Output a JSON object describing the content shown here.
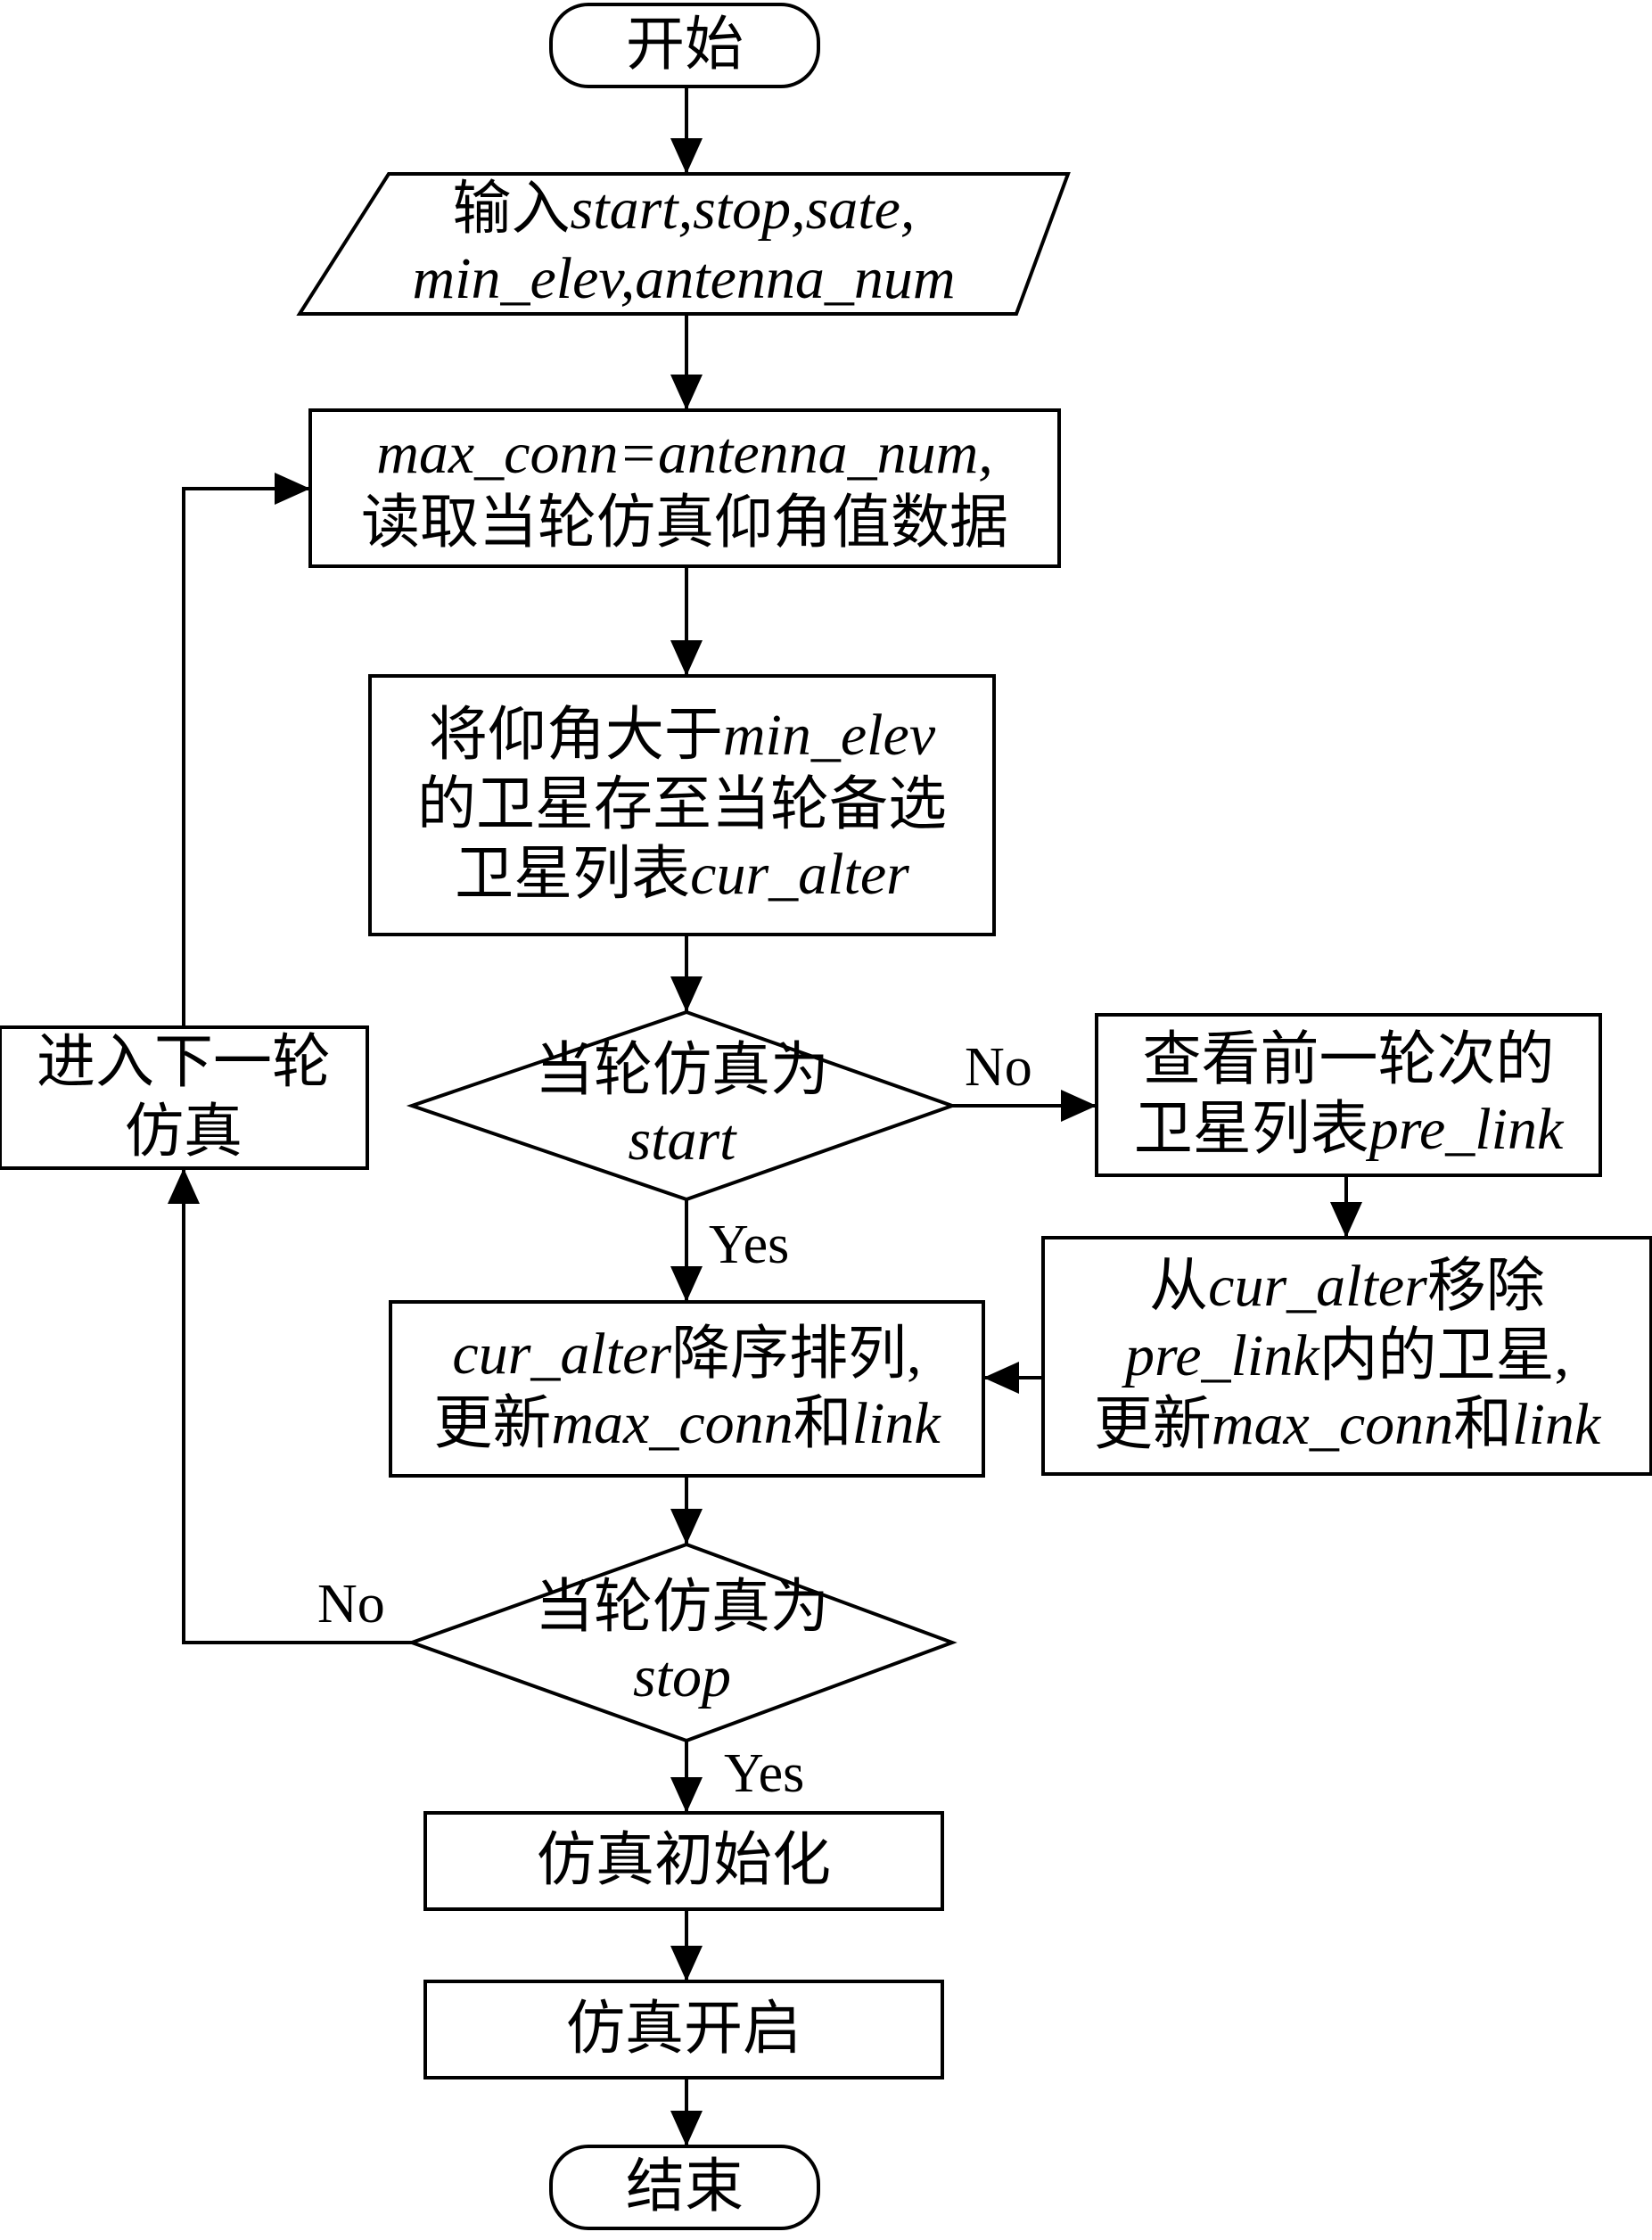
{
  "nodes": {
    "start": {
      "text": "开始"
    },
    "input": {
      "line1_prefix": "输入",
      "line1_vars": "start,stop,sate,",
      "line2_vars": "min_elev,antenna_num"
    },
    "init_conn": {
      "line1_vars": "max_conn=antenna_num,",
      "line2": "读取当轮仿真仰角值数据"
    },
    "filter": {
      "line1_prefix": "将仰角大于",
      "line1_var": "min_elev",
      "line2": "的卫星存至当轮备选",
      "line3_prefix": "卫星列表",
      "line3_var": "cur_alter"
    },
    "decision_start": {
      "line1": "当轮仿真为",
      "line2": "start"
    },
    "check_prev": {
      "line1": "查看前一轮次的",
      "line2_prefix": "卫星列表",
      "line2_var": "pre_link"
    },
    "remove": {
      "line1_prefix": "从",
      "line1_var": "cur_alter",
      "line1_suffix": "移除",
      "line2_var": "pre_link",
      "line2_suffix": "内的卫星,",
      "line3_prefix": "更新",
      "line3_var1": "max_conn",
      "line3_mid": "和",
      "line3_var2": "link"
    },
    "sort": {
      "line1_var": "cur_alter",
      "line1_suffix": "降序排列,",
      "line2_prefix": "更新",
      "line2_var1": "max_conn",
      "line2_mid": "和",
      "line2_var2": "link"
    },
    "decision_stop": {
      "line1": "当轮仿真为",
      "line2": "stop"
    },
    "next_round": {
      "line1": "进入下一轮",
      "line2": "仿真"
    },
    "sim_init": {
      "text": "仿真初始化"
    },
    "sim_start": {
      "text": "仿真开启"
    },
    "end": {
      "text": "结束"
    }
  },
  "edge_labels": {
    "start_no": "No",
    "start_yes": "Yes",
    "stop_no": "No",
    "stop_yes": "Yes"
  }
}
